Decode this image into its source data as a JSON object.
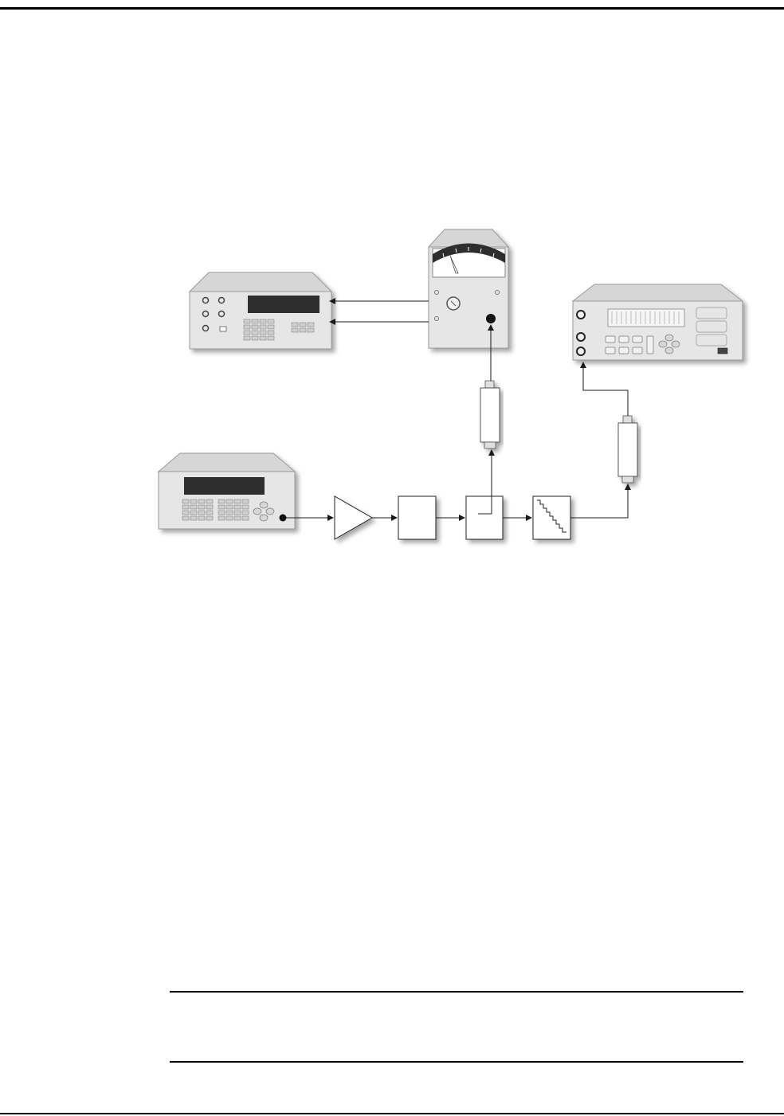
{
  "page": {
    "background": "#ffffff",
    "rule_color": "#000000"
  },
  "diagram": {
    "instrument_color": "#e6e6e6",
    "instrument_top_color": "#d6d6d6",
    "display_color": "#2e2e2e",
    "wire_color": "#1a1a1a",
    "components": [
      {
        "id": "frequency-counter",
        "icon": "frequency-counter-icon"
      },
      {
        "id": "power-meter",
        "icon": "analog-meter-icon"
      },
      {
        "id": "spectrum-analyzer",
        "icon": "spectrum-analyzer-icon"
      },
      {
        "id": "signal-generator",
        "icon": "signal-generator-icon"
      },
      {
        "id": "amplifier",
        "icon": "triangle-amplifier-icon"
      },
      {
        "id": "block-a",
        "icon": "square-block-icon"
      },
      {
        "id": "coupler",
        "icon": "directional-coupler-icon"
      },
      {
        "id": "step-attenuator",
        "icon": "step-attenuator-icon"
      },
      {
        "id": "sensor-meter",
        "icon": "power-sensor-icon"
      },
      {
        "id": "sensor-analyzer",
        "icon": "power-sensor-icon"
      }
    ]
  }
}
